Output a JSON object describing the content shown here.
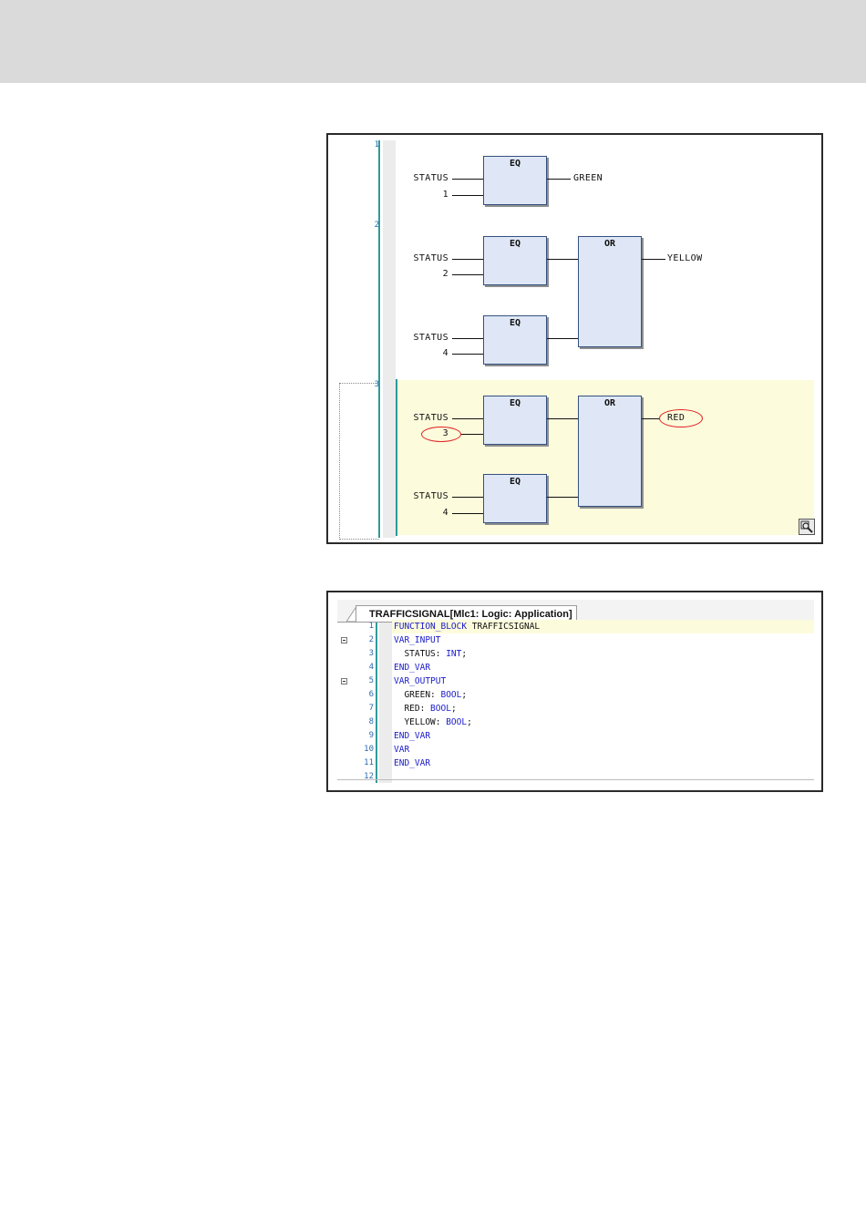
{
  "fbd": {
    "networks": [
      "1",
      "2",
      "3"
    ],
    "network1": {
      "inputs": [
        "STATUS",
        "1"
      ],
      "block": "EQ",
      "output": "GREEN"
    },
    "network2": {
      "eq1_inputs": [
        "STATUS",
        "2"
      ],
      "eq2_inputs": [
        "STATUS",
        "4"
      ],
      "eq_block": "EQ",
      "or_block": "OR",
      "output": "YELLOW"
    },
    "network3": {
      "eq1_inputs": [
        "STATUS",
        "3"
      ],
      "eq2_inputs": [
        "STATUS",
        "4"
      ],
      "eq_block": "EQ",
      "or_block": "OR",
      "output": "RED",
      "highlight_color": "#e02020"
    },
    "zoom_icon": "magnifier-icon"
  },
  "editor": {
    "tab_title": "TRAFFICSIGNAL[Mlc1: Logic: Application]",
    "lines": [
      {
        "n": "1",
        "tokens": [
          {
            "t": "FUNCTION_BLOCK",
            "k": "kw"
          },
          {
            "t": " TRAFFICSIGNAL",
            "k": "id"
          }
        ]
      },
      {
        "n": "2",
        "tokens": [
          {
            "t": "VAR_INPUT",
            "k": "kw"
          }
        ]
      },
      {
        "n": "3",
        "tokens": [
          {
            "t": "  STATUS: ",
            "k": "id"
          },
          {
            "t": "INT",
            "k": "kw"
          },
          {
            "t": ";",
            "k": "id"
          }
        ]
      },
      {
        "n": "4",
        "tokens": [
          {
            "t": "END_VAR",
            "k": "kw"
          }
        ]
      },
      {
        "n": "5",
        "tokens": [
          {
            "t": "VAR_OUTPUT",
            "k": "kw"
          }
        ]
      },
      {
        "n": "6",
        "tokens": [
          {
            "t": "  GREEN: ",
            "k": "id"
          },
          {
            "t": "BOOL",
            "k": "kw"
          },
          {
            "t": ";",
            "k": "id"
          }
        ]
      },
      {
        "n": "7",
        "tokens": [
          {
            "t": "  RED: ",
            "k": "id"
          },
          {
            "t": "BOOL",
            "k": "kw"
          },
          {
            "t": ";",
            "k": "id"
          }
        ]
      },
      {
        "n": "8",
        "tokens": [
          {
            "t": "  YELLOW: ",
            "k": "id"
          },
          {
            "t": "BOOL",
            "k": "kw"
          },
          {
            "t": ";",
            "k": "id"
          }
        ]
      },
      {
        "n": "9",
        "tokens": [
          {
            "t": "END_VAR",
            "k": "kw"
          }
        ]
      },
      {
        "n": "10",
        "tokens": [
          {
            "t": "VAR",
            "k": "kw"
          }
        ]
      },
      {
        "n": "11",
        "tokens": [
          {
            "t": "END_VAR",
            "k": "kw"
          }
        ]
      },
      {
        "n": "12",
        "tokens": []
      }
    ],
    "colors": {
      "keyword": "#1a1acc",
      "line_number": "#2a6ab0",
      "current_line": "#fcfbdc"
    }
  }
}
